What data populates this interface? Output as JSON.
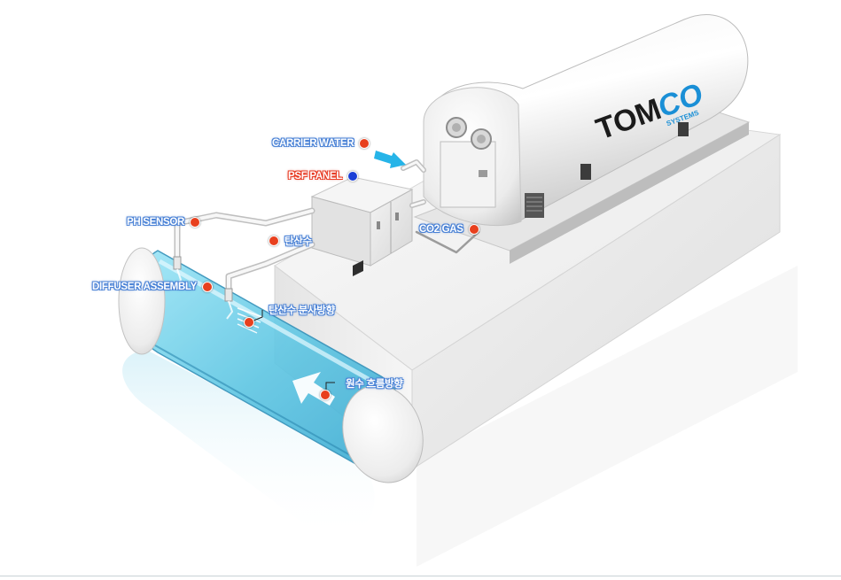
{
  "brand": {
    "logo_text_tom": "TOM",
    "logo_text_co": "CO",
    "logo_sub": "SYSTEMS",
    "logo_dark_color": "#1b1b1b",
    "logo_accent_color": "#1a8fd6"
  },
  "labels": {
    "carrier_water": "CARRIER WATER",
    "psf_panel": "PSF PANEL",
    "ph_sensor": "PH SENSOR",
    "carbonated_water": "탄산수",
    "co2_gas": "CO2 GAS",
    "diffuser_assembly": "DIFFUSER ASSEMBLY",
    "spray_direction": "탄산수 분사방향",
    "raw_flow_direction": "원수 흐름방향"
  },
  "colors": {
    "marker_red": "#e8401e",
    "marker_blue": "#1b3fd6",
    "label_outline_blue": "#4a82d6",
    "label_outline_red": "#e83a22",
    "water": "#7fd3ea"
  }
}
